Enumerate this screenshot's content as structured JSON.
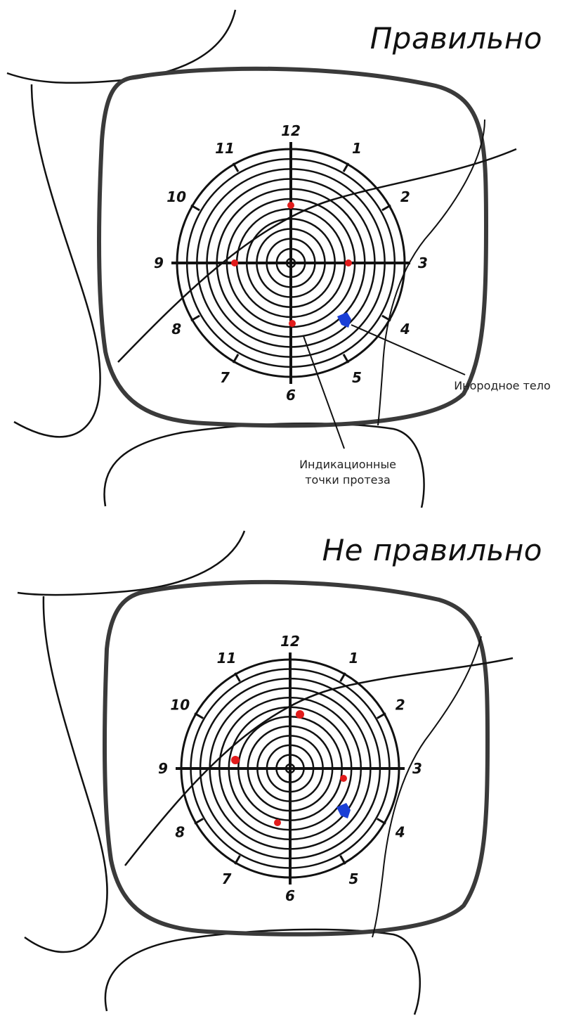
{
  "panels": [
    {
      "title": "Правильно",
      "annotations": {
        "foreign_body": "Инородное тело",
        "indication_points": "Индикационные точки протеза"
      }
    },
    {
      "title": "Не правильно"
    }
  ],
  "clock_labels": [
    "12",
    "1",
    "2",
    "3",
    "4",
    "5",
    "6",
    "7",
    "8",
    "9",
    "10",
    "11"
  ],
  "colors": {
    "indication_point": "#e21b1b",
    "foreign_body": "#1a3fd6",
    "line": "#111111"
  }
}
